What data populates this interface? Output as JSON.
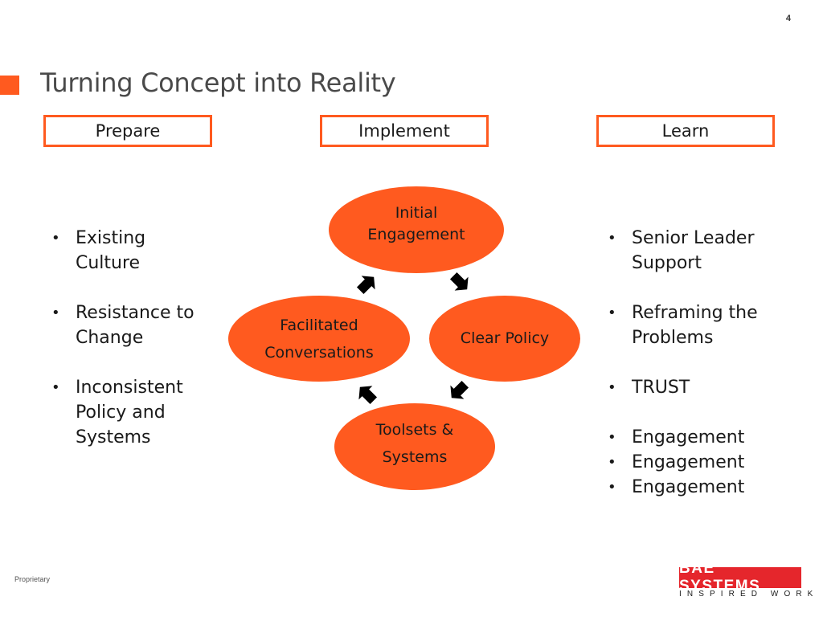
{
  "page_number": "4",
  "title": "Turning Concept into Reality",
  "phases": {
    "prepare": "Prepare",
    "implement": "Implement",
    "learn": "Learn"
  },
  "left_bullets": [
    "Existing Culture",
    "Resistance to Change",
    "Inconsistent Policy and Systems"
  ],
  "right_bullets": [
    "Senior Leader Support",
    "Reframing the Problems",
    "TRUST",
    "Engagement",
    "Engagement",
    "Engagement"
  ],
  "cycle": {
    "initial_engagement": "Initial\nEngagement",
    "clear_policy": "Clear Policy",
    "toolsets_systems": "Toolsets &\nSystems",
    "facilitated_conversations": "Facilitated\nConversations"
  },
  "footer": {
    "classification": "Proprietary",
    "logo_name": "BAE SYSTEMS",
    "logo_tagline": "INSPIRED WORK"
  },
  "colors": {
    "accent": "#ff5a1f",
    "logo_red": "#e5262c",
    "title_gray": "#4a4a4a"
  }
}
